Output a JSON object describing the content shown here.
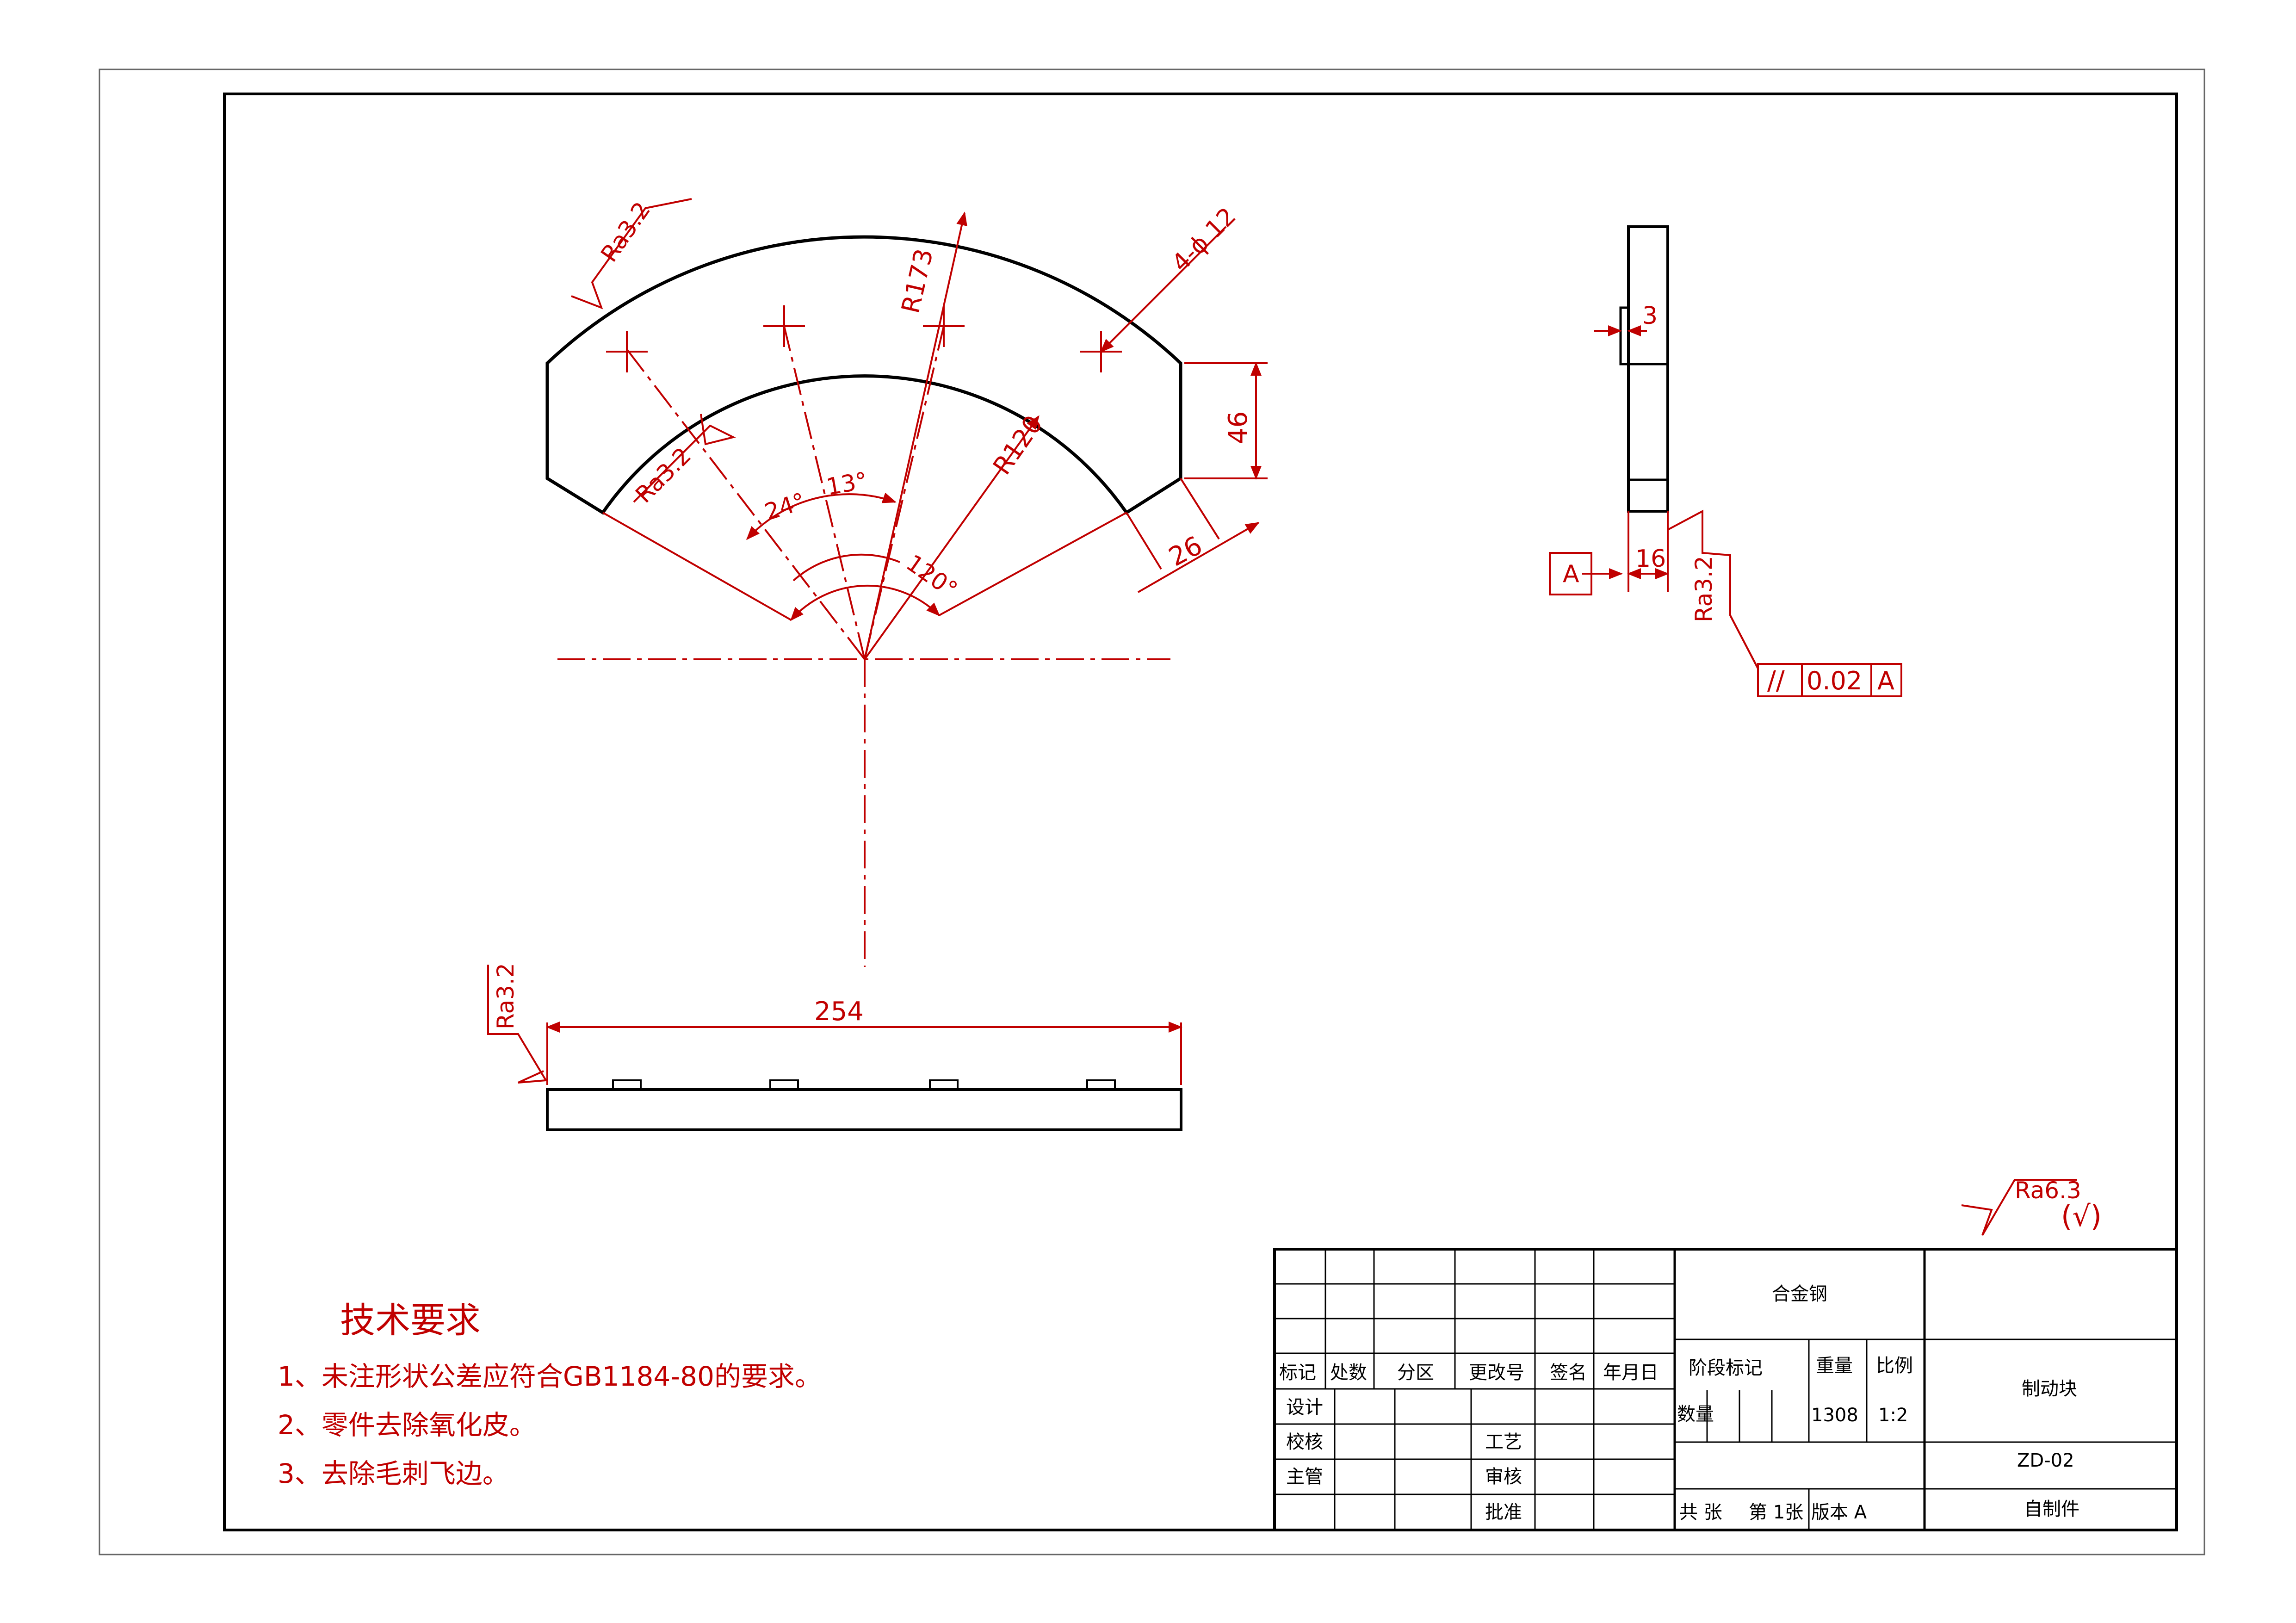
{
  "dims": {
    "r173": "R173",
    "r120": "R120",
    "holes": "4-ϕ 12",
    "w46": "46",
    "w26": "26",
    "a24": "24°",
    "a13": "13°",
    "a120": "120°",
    "len254": "254",
    "t3": "3",
    "t16": "16"
  },
  "roughness": {
    "r1": "Ra3.2",
    "r2": "Ra3.2",
    "r3": "Ra3.2",
    "r4": "Ra3.2",
    "general": "Ra6.3",
    "general_suffix": "(√)"
  },
  "datum": {
    "label": "A"
  },
  "tolerance": {
    "symbol": "//",
    "value": "0.02",
    "datum": "A"
  },
  "notes": {
    "title": "技术要求",
    "items": [
      "1、未注形状公差应符合GB1184-80的要求。",
      "2、零件去除氧化皮。",
      "3、去除毛刺飞边。"
    ]
  },
  "title_block": {
    "material": "合金钢",
    "part_name": "制动块",
    "drawing_no": "ZD-02",
    "source": "自制件",
    "weight": "1308",
    "scale": "1:2",
    "rev_headers": [
      "标记",
      "处数",
      "分区",
      "更改号",
      "签名",
      "年月日"
    ],
    "roles": [
      "设计",
      "校核",
      "主管"
    ],
    "roles2": [
      "工艺",
      "审核",
      "批准"
    ],
    "stage_label": "阶段标记",
    "weight_label": "重量",
    "scale_label": "比例",
    "qty_label": "数量",
    "sheets": "共 张",
    "sheet_no": "第 1张",
    "version": "版本 A"
  }
}
